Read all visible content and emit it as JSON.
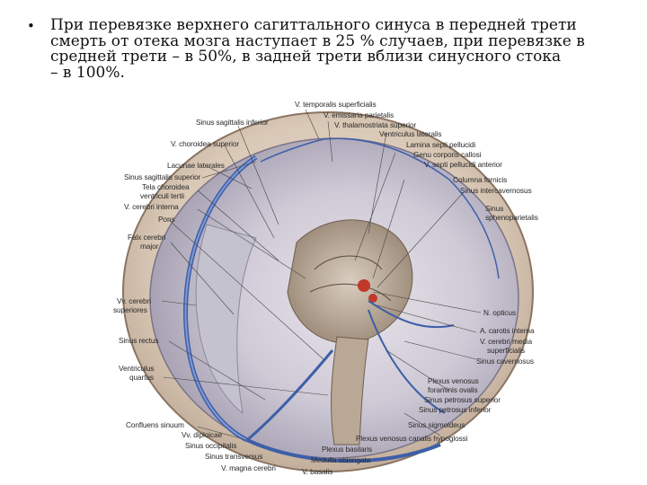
{
  "bullet": {
    "marker": "•",
    "lines": [
      "При перевязке верхнего сагиттального синуса в передней трети",
      "смерть от отека мозга наступает в 25 % случаев, при перевязке в",
      "средней трети – в 50%, в задней трети вблизи синусного стока",
      "– в 100%."
    ]
  },
  "figure": {
    "labels_left": [
      "Sinus sagittalis inferior",
      "V. choroidea superior",
      "Lacunae laterales",
      "Sinus sagittalis superior",
      "Tela choroidea",
      "ventriculi tertii",
      "V. cerebri interna",
      "Pons",
      "Falx cerebri",
      "major",
      "Vv. cerebri",
      "superiores",
      "Sinus rectus",
      "Ventriculus",
      "quartus",
      "Confluens sinuum",
      "Vv. diploicae",
      "Sinus occipitalis",
      "Sinus transversus",
      "V. magna cerebri"
    ],
    "labels_top": [
      "V. temporalis superficialis",
      "V. emissaria parietalis",
      "V. thalamostriata superior",
      "Ventriculus lateralis",
      "Lamina septi pellucidi",
      "Genu corporis callosi",
      "V. septi pellucidi anterior",
      "Columna fornicis",
      "Sinus intercavernosus"
    ],
    "labels_right": [
      "Sinus",
      "sphenoparietalis",
      "N. opticus",
      "A. carotis interna",
      "V. cerebri media",
      "superficialis",
      "Sinus cavernosus",
      "Plexus venosus",
      "foraminis ovalis",
      "Sinus petrosus superior",
      "Sinus petrosus inferior",
      "Sinus sigmoideus",
      "Plexus venosus canalis hypoglossi"
    ],
    "labels_bottom": [
      "Plexus basilaris",
      "Medulla oblongata",
      "V. basalis"
    ]
  }
}
